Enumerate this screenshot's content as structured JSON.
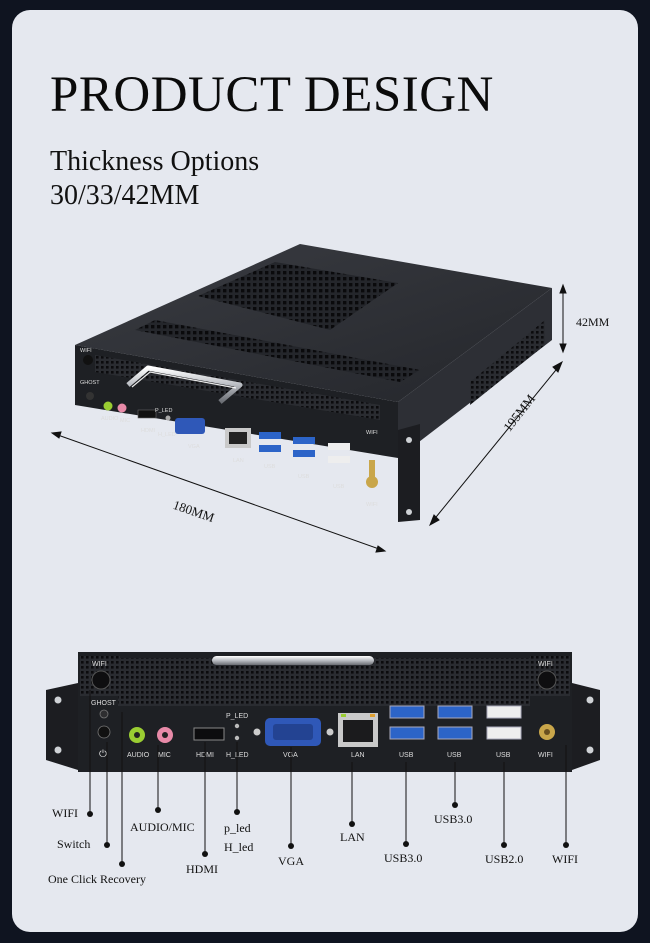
{
  "header": {
    "title": "PRODUCT DESIGN",
    "subtitle_line1": "Thickness Options",
    "subtitle_line2": "30/33/42MM"
  },
  "dimensions": {
    "height": "42MM",
    "depth": "195MM",
    "width": "180MM"
  },
  "device_top": {
    "panel_labels": [
      "WIFI",
      "GHOST",
      "AUDIO",
      "MIC",
      "P_LED",
      "HDMI",
      "H_LED",
      "VGA",
      "LAN",
      "USB",
      "USB",
      "USB",
      "WIFI"
    ]
  },
  "device_front": {
    "panel_labels": {
      "wifi_l": "WIFI",
      "ghost": "GHOST",
      "audio": "AUDIO",
      "mic": "MIC",
      "p_led": "P_LED",
      "hdmi": "HDMI",
      "h_led": "H_LED",
      "vga": "VGA",
      "lan": "LAN",
      "usb1": "USB",
      "usb2": "USB",
      "usb3": "USB",
      "wifi_r": "WIFI"
    }
  },
  "callouts": {
    "wifi_left": "WIFI",
    "switch": "Switch",
    "one_click_recovery": "One Click Recovery",
    "audio_mic": "AUDIO/MIC",
    "hdmi": "HDMI",
    "p_led": "p_led",
    "h_led": "H_led",
    "vga": "VGA",
    "lan": "LAN",
    "usb30_a": "USB3.0",
    "usb30_b": "USB3.0",
    "usb20": "USB2.0",
    "wifi_right": "WIFI"
  },
  "colors": {
    "background": "#0f1420",
    "card": "#e5e8ef",
    "chassis": "#2b2d33",
    "usb3_blue": "#2c64c8",
    "audio_green": "#9acd32",
    "mic_pink": "#e88aa8",
    "vga_blue": "#2f58b8",
    "antenna_gold": "#c9a64a"
  }
}
